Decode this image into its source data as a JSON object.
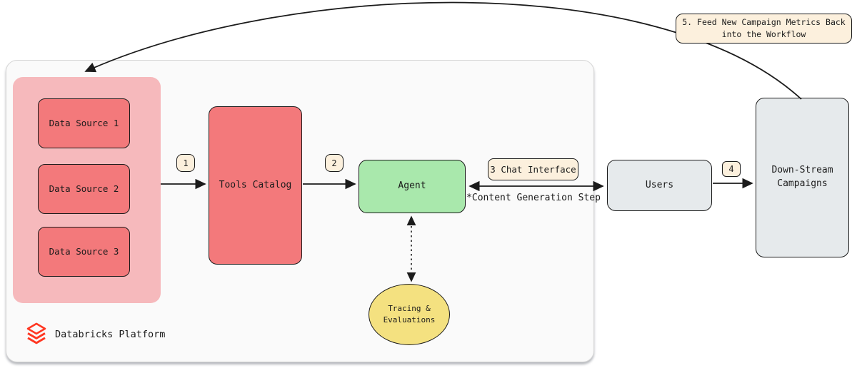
{
  "colors": {
    "stroke": "#1b1b1b",
    "canvas_bg": "#fafafa",
    "pink_group": "#f6b9bc",
    "red_box": "#f3797b",
    "green_box": "#a9e8ac",
    "gray_box": "#e6eaec",
    "yellow_ellipse": "#f4e180",
    "label_bg": "#fcf0dd",
    "brand_red": "#ff3621"
  },
  "platform": {
    "label": "Databricks Platform"
  },
  "icons": {
    "logo": "databricks-logo-icon"
  },
  "nodes": {
    "data_sources": [
      {
        "label": "Data Source 1"
      },
      {
        "label": "Data Source 2"
      },
      {
        "label": "Data Source 3"
      }
    ],
    "tools_catalog": {
      "label": "Tools Catalog"
    },
    "agent": {
      "label": "Agent"
    },
    "users": {
      "label": "Users"
    },
    "downstream_campaigns": {
      "line1": "Down-Stream",
      "line2": "Campaigns"
    },
    "tracing_evaluations": {
      "line1": "Tracing &",
      "line2": "Evaluations"
    }
  },
  "steps": {
    "step1": {
      "label": "1"
    },
    "step2": {
      "label": "2"
    },
    "step3": {
      "label": "3 Chat Interface"
    },
    "step4": {
      "label": "4"
    },
    "step5": {
      "line1": "5. Feed New Campaign Metrics Back",
      "line2": "into the Workflow"
    }
  },
  "annotations": {
    "content_generation": "*Content Generation Step"
  }
}
